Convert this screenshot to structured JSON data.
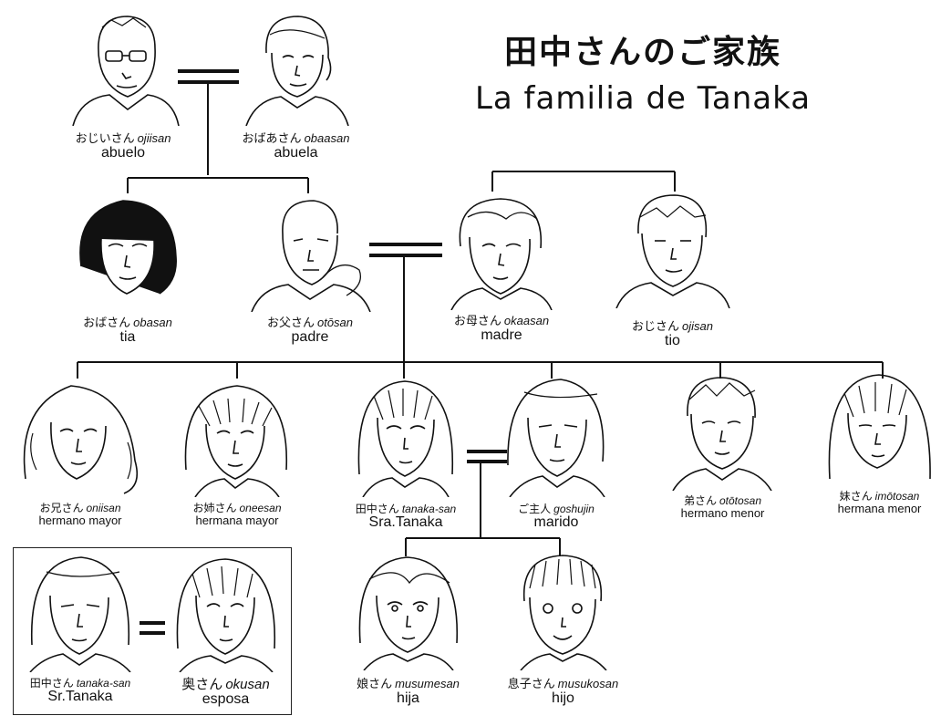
{
  "title": {
    "jp": "田中さんのご家族",
    "es": "La familia de Tanaka"
  },
  "members": {
    "abuelo": {
      "jp": "おじいさん",
      "romaji": "ojiisan",
      "es": "abuelo"
    },
    "abuela": {
      "jp": "おばあさん",
      "romaji": "obaasan",
      "es": "abuela"
    },
    "tia": {
      "jp": "おばさん",
      "romaji": "obasan",
      "es": "tia"
    },
    "padre": {
      "jp": "お父さん",
      "romaji": "otōsan",
      "es": "padre"
    },
    "madre": {
      "jp": "お母さん",
      "romaji": "okaasan",
      "es": "madre"
    },
    "tio": {
      "jp": "おじさん",
      "romaji": "ojisan",
      "es": "tio"
    },
    "hermano_mayor": {
      "jp": "お兄さん",
      "romaji": "oniisan",
      "es": "hermano mayor"
    },
    "hermana_mayor": {
      "jp": "お姉さん",
      "romaji": "oneesan",
      "es": "hermana mayor"
    },
    "sra_tanaka": {
      "jp": "田中さん",
      "romaji": "tanaka-san",
      "es": "Sra.Tanaka"
    },
    "marido": {
      "jp": "ご主人",
      "romaji": "goshujin",
      "es": "marido"
    },
    "hermano_menor": {
      "jp": "弟さん",
      "romaji": "otōtosan",
      "es": "hermano menor"
    },
    "hermana_menor": {
      "jp": "妹さん",
      "romaji": "imōtosan",
      "es": "hermana menor"
    },
    "hija": {
      "jp": "娘さん",
      "romaji": "musumesan",
      "es": "hija"
    },
    "hijo": {
      "jp": "息子さん",
      "romaji": "musukosan",
      "es": "hijo"
    },
    "sr_tanaka": {
      "jp": "田中さん",
      "romaji": "tanaka-san",
      "es": "Sr.Tanaka"
    },
    "esposa": {
      "jp": "奥さん",
      "romaji": "okusan",
      "es": "esposa"
    }
  },
  "style": {
    "ink": "#111111",
    "paper": "#ffffff"
  }
}
